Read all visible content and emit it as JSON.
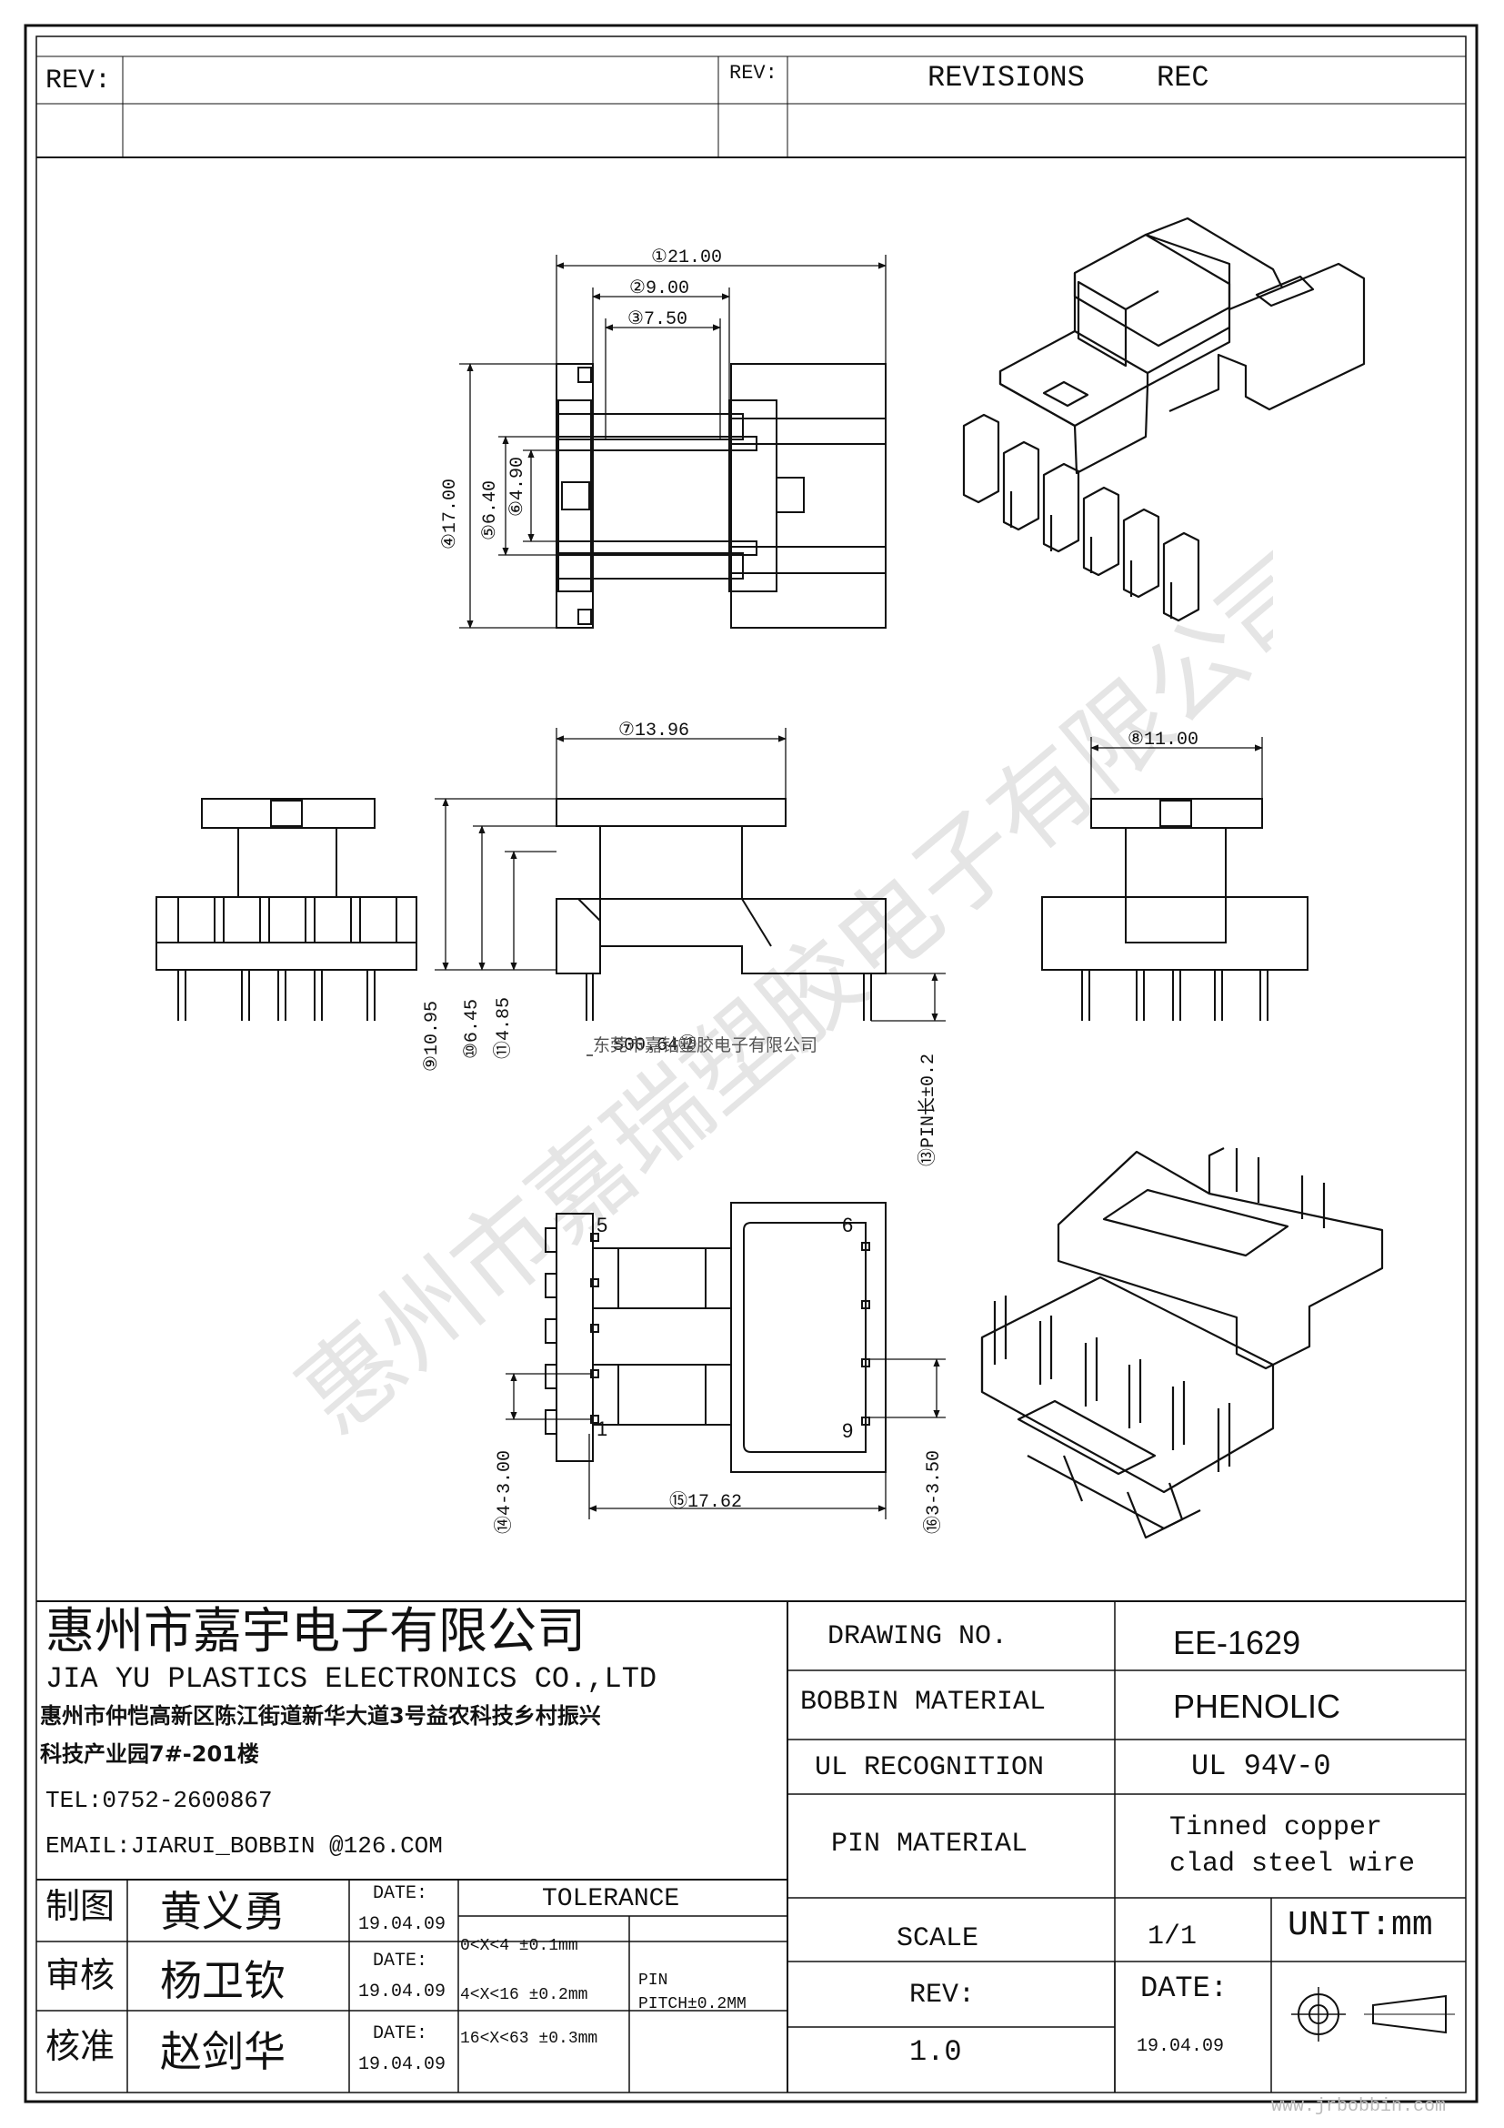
{
  "revision_block": {
    "rev_label_left": "REV:",
    "rev_label_mid": "REV:",
    "revisions_label": "REVISIONS",
    "rec_label": "REC"
  },
  "dimensions": {
    "d1": "21.00",
    "d2": "9.00",
    "d3": "7.50",
    "d4": "17.00",
    "d5": "6.40",
    "d6": "4.90",
    "d7": "13.96",
    "d8": "11.00",
    "d9": "10.95",
    "d10": "6.45",
    "d11": "4.85",
    "d12": "S00.64",
    "d13": "PIN长±0.2",
    "d14": "4-3.00",
    "d15": "17.62",
    "d16": "3-3.50"
  },
  "circled_markers": [
    "①",
    "②",
    "③",
    "④",
    "⑤",
    "⑥",
    "⑦",
    "⑧",
    "⑨",
    "⑩",
    "⑪",
    "⑫",
    "⑬",
    "⑭",
    "⑮",
    "⑯"
  ],
  "pin_numbers": {
    "p1": "1",
    "p5": "5",
    "p6": "6",
    "p9": "9"
  },
  "overlay_text": "东莞市嘉钻塑胶电子有限公司",
  "company": {
    "name_cn": "惠州市嘉宇电子有限公司",
    "name_en": "JIA YU PLASTICS ELECTRONICS CO.,LTD",
    "address_line1": "惠州市仲恺高新区陈江街道新华大道3号益农科技乡村振兴",
    "address_line2": "科技产业园7#-201楼",
    "tel": "TEL:0752-2600867",
    "email": "EMAIL:JIARUI_BOBBIN @126.COM"
  },
  "specs": {
    "drawing_no_label": "DRAWING  NO.",
    "drawing_no_value": "EE-1629",
    "bobbin_material_label": "BOBBIN  MATERIAL",
    "bobbin_material_value": "PHENOLIC",
    "ul_label": "UL RECOGNITION",
    "ul_value": "UL 94V-0",
    "pin_material_label": "PIN MATERIAL",
    "pin_material_value_1": "Tinned copper",
    "pin_material_value_2": "clad steel wire",
    "scale_label": "SCALE",
    "scale_value": "1/1",
    "unit_label": "UNIT:mm",
    "rev_label": "REV:",
    "rev_value": "1.0",
    "date_label": "DATE:",
    "date_value": "19.04.09"
  },
  "approvals": [
    {
      "role": "制图",
      "name": "黄义勇",
      "date_label": "DATE:",
      "date": "19.04.09"
    },
    {
      "role": "审核",
      "name": "杨卫钦",
      "date_label": "DATE:",
      "date": "19.04.09"
    },
    {
      "role": "核准",
      "name": "赵剑华",
      "date_label": "DATE:",
      "date": "19.04.09"
    }
  ],
  "tolerance": {
    "title": "TOLERANCE",
    "rows": [
      "0<X<4  ±0.1mm",
      "4<X<16 ±0.2mm",
      "16<X<63 ±0.3mm"
    ],
    "pin_label": "PIN",
    "pin_pitch": "PITCH±0.2MM"
  },
  "watermark": {
    "text_vertical": "惠州市嘉瑞塑胶电子有限公司",
    "url": "www.jrbobbin.com"
  }
}
